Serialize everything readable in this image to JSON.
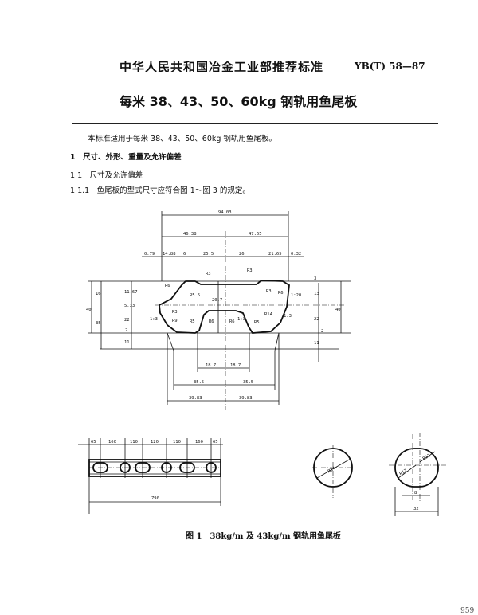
{
  "header": {
    "issuer": "中华人民共和国冶金工业部推荐标准",
    "code": "YB(T) 58—87",
    "title": "每米 38、43、50、60kg 钢轨用鱼尾板"
  },
  "body": {
    "intro": "本标准适用于每米 38、43、50、60kg 钢轨用鱼尾板。",
    "s1": "1　尺寸、外形、重量及允许偏差",
    "s1_1": "1.1　尺寸及允许偏差",
    "s1_1_1": "1.1.1　鱼尾板的型式尺寸应符合图 1～图 3 的规定。"
  },
  "figure": {
    "caption": "图 1　38kg/m 及 43kg/m 钢轨用鱼尾板",
    "section_dims": {
      "overall": "94.03",
      "left_half": "46.38",
      "right_half": "47.65",
      "top_row": [
        "0.79",
        "14.88",
        "6",
        "25.5",
        "26",
        "21.65",
        "0.32"
      ],
      "left_heights": [
        "40",
        "16",
        "35",
        "11.67",
        "5.33",
        "22",
        "2",
        "11"
      ],
      "right_heights": [
        "3",
        "13",
        "40",
        "22",
        "2",
        "11"
      ],
      "mid_height": "20.7",
      "radii": [
        "R3",
        "R3",
        "R5.5",
        "R3",
        "R6",
        "R6",
        "R3",
        "R9",
        "R5",
        "R6",
        "R6",
        "R5",
        "R14"
      ],
      "slopes": [
        "1:3",
        "1:20",
        "1:3",
        "1:3"
      ],
      "bottom": [
        "18.7",
        "18.7",
        "35.5",
        "35.5",
        "39.83",
        "39.83"
      ]
    },
    "plan_dims": {
      "spacing": [
        "65",
        "160",
        "110",
        "120",
        "110",
        "160",
        "65"
      ],
      "length": "790"
    },
    "hole_round": {
      "dia": "Ø24"
    },
    "hole_oval": {
      "r1": "R12",
      "r2": "R12",
      "gap": "8",
      "width": "32"
    }
  },
  "page_number": "959"
}
